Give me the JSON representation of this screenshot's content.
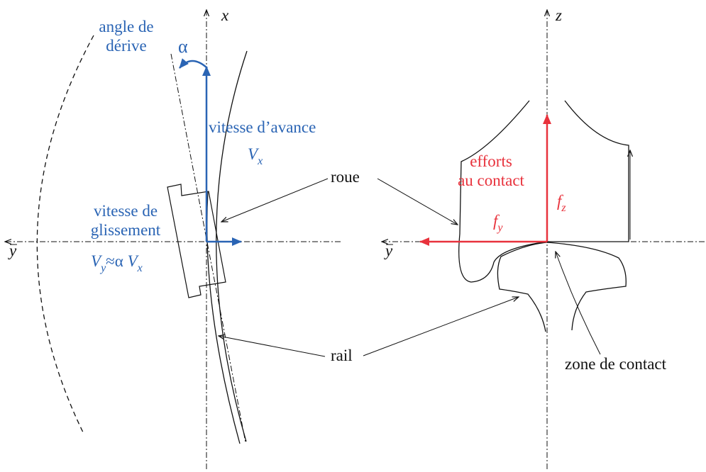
{
  "colors": {
    "ink": "#111111",
    "blue": "#2a64b4",
    "red": "#e8323c"
  },
  "axes": {
    "left_x": "x",
    "left_y": "y",
    "right_z": "z",
    "right_y": "y"
  },
  "labels": {
    "angle_line1": "angle de",
    "angle_line2": "dérive",
    "alpha": "α",
    "vitesse_avance": "vitesse d’avance",
    "vx_main": "V",
    "vx_sub": "x",
    "vitesse_glissement_line1": "vitesse de",
    "vitesse_glissement_line2": "glissement",
    "vy_main": "V",
    "vy_sub": "y",
    "vy_approx": "≈",
    "vy_alpha": "α",
    "vy_v": "V",
    "vy_x_sub": "x",
    "roue": "roue",
    "rail": "rail",
    "efforts_line1": "efforts",
    "efforts_line2": "au contact",
    "fz_main": "f",
    "fz_sub": "z",
    "fy_main": "f",
    "fy_sub": "y",
    "zone_contact": "zone de contact"
  }
}
